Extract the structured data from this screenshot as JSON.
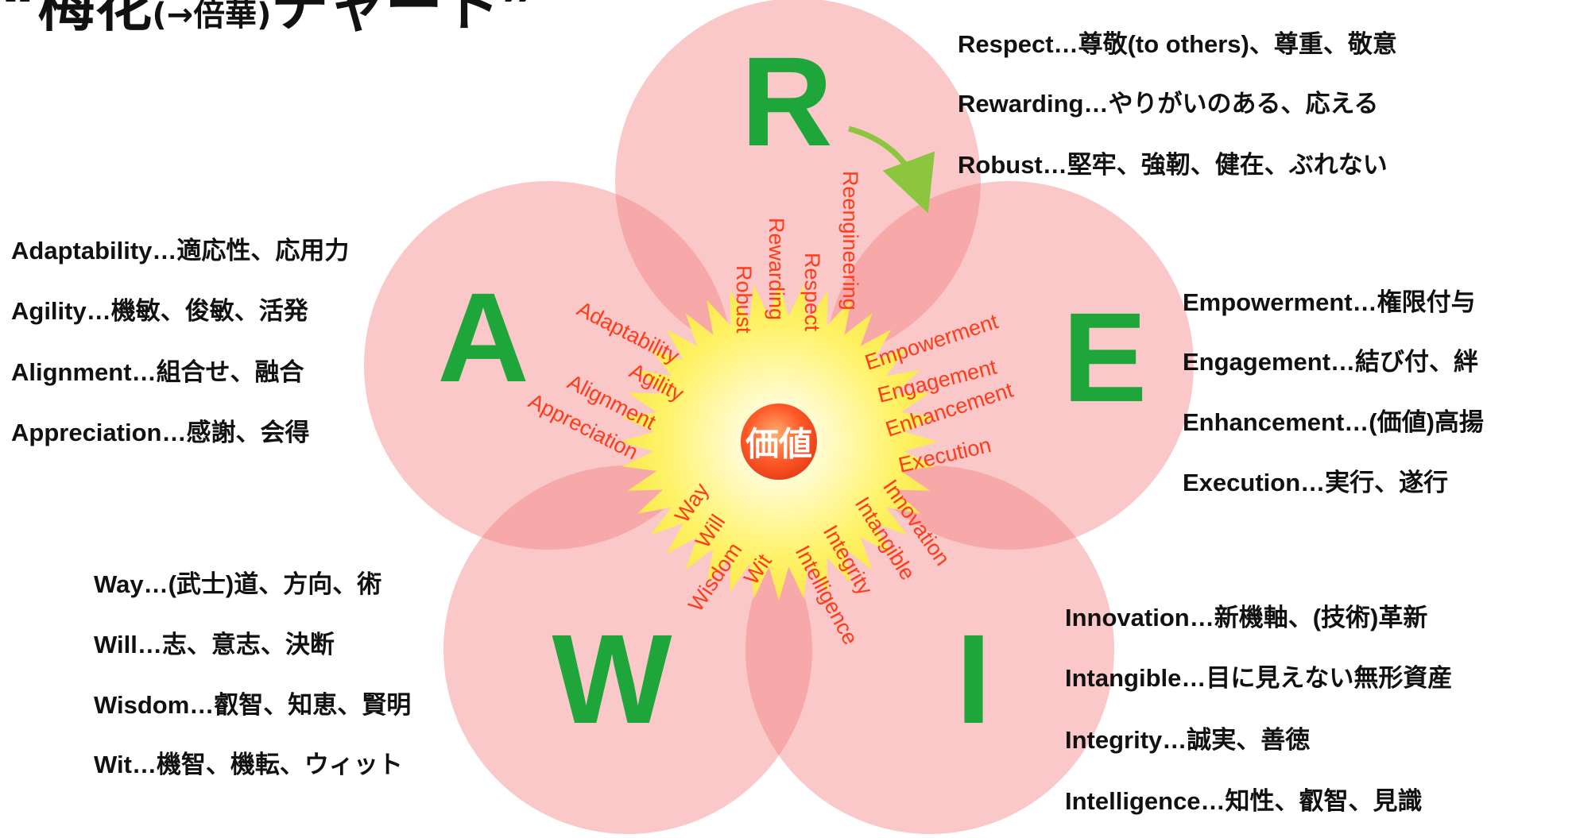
{
  "title": {
    "main": "梅花",
    "sub": "(→倍華)",
    "tail": "チャート"
  },
  "center_label": "価値",
  "petals": {
    "R": {
      "letter": "R",
      "keywords": [
        "Reengineering",
        "Respect",
        "Rewarding",
        "Robust"
      ],
      "descriptions": [
        {
          "term": "Respect",
          "meaning": "尊敬(to others)、尊重、敬意"
        },
        {
          "term": "Rewarding",
          "meaning": "やりがいのある、応える"
        },
        {
          "term": "Robust",
          "meaning": "堅牢、強靭、健在、ぶれない"
        }
      ]
    },
    "E": {
      "letter": "E",
      "keywords": [
        "Empowerment",
        "Engagement",
        "Enhancement",
        "Execution"
      ],
      "descriptions": [
        {
          "term": "Empowerment",
          "meaning": "権限付与"
        },
        {
          "term": "Engagement",
          "meaning": "結び付、絆"
        },
        {
          "term": "Enhancement",
          "meaning": "(価値)高揚"
        },
        {
          "term": "Execution",
          "meaning": "実行、遂行"
        }
      ]
    },
    "I": {
      "letter": "I",
      "keywords": [
        "Innovation",
        "Intangible",
        "Integrity",
        "Intelligence"
      ],
      "descriptions": [
        {
          "term": "Innovation",
          "meaning": "新機軸、(技術)革新"
        },
        {
          "term": "Intangible",
          "meaning": "目に見えない無形資産"
        },
        {
          "term": "Integrity",
          "meaning": "誠実、善徳"
        },
        {
          "term": "Intelligence",
          "meaning": "知性、叡智、見識"
        }
      ]
    },
    "W": {
      "letter": "W",
      "keywords": [
        "Way",
        "Will",
        "Wisdom",
        "Wit"
      ],
      "descriptions": [
        {
          "term": "Way",
          "meaning": "(武士)道、方向、術"
        },
        {
          "term": "Will",
          "meaning": "志、意志、決断"
        },
        {
          "term": "Wisdom",
          "meaning": "叡智、知恵、賢明"
        },
        {
          "term": "Wit",
          "meaning": "機智、機転、ウィット"
        }
      ]
    },
    "A": {
      "letter": "A",
      "keywords": [
        "Adaptability",
        "Agility",
        "Alignment",
        "Appreciation"
      ],
      "descriptions": [
        {
          "term": "Adaptability",
          "meaning": "適応性、応用力"
        },
        {
          "term": "Agility",
          "meaning": "機敏、俊敏、活発"
        },
        {
          "term": "Alignment",
          "meaning": "組合せ、融合"
        },
        {
          "term": "Appreciation",
          "meaning": "感謝、会得"
        }
      ]
    }
  },
  "colors": {
    "petal_fill": "#f9a6a6",
    "letter": "#1fa63a",
    "keyword": "#ff3b1a",
    "arrow": "#8cc63f",
    "center_fill": "#ff5a28",
    "glow": "#fff266"
  }
}
